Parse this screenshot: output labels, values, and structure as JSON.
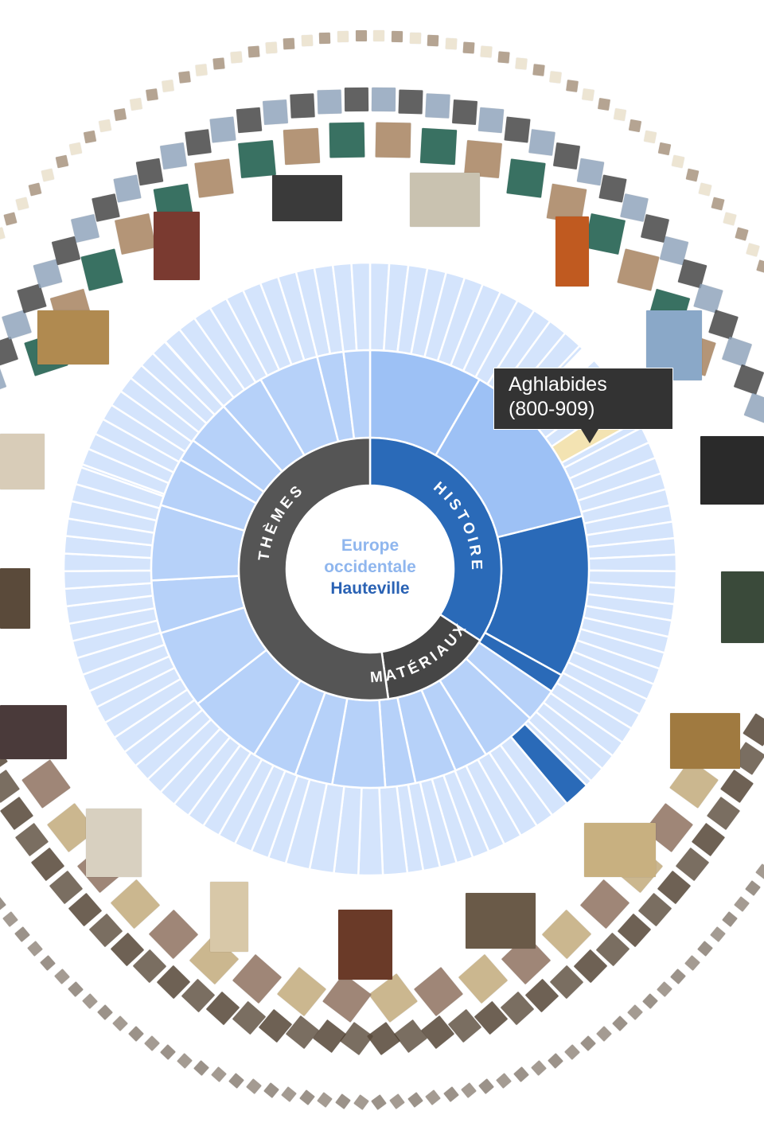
{
  "sunburst": {
    "center": {
      "line1": "Europe",
      "line2": "occidentale",
      "line3": "Hauteville"
    },
    "inner_ring": [
      {
        "label": "HISTOIRE",
        "color": "#2a6ab8",
        "share": 0.35
      },
      {
        "label": "MATÉRIAUX",
        "color": "#464646",
        "share": 0.13
      },
      {
        "label": "THÈMES",
        "color": "#555555",
        "share": 0.52
      }
    ],
    "colors": {
      "histoire_main": "#9dc1f5",
      "histoire_dark": "#2a6ab8",
      "light": "#b6d1f9",
      "pale": "#d4e4fc",
      "highlight": "#f3e3b2"
    }
  },
  "tooltip": {
    "line1": "Aghlabides",
    "line2": "(800-909)"
  }
}
